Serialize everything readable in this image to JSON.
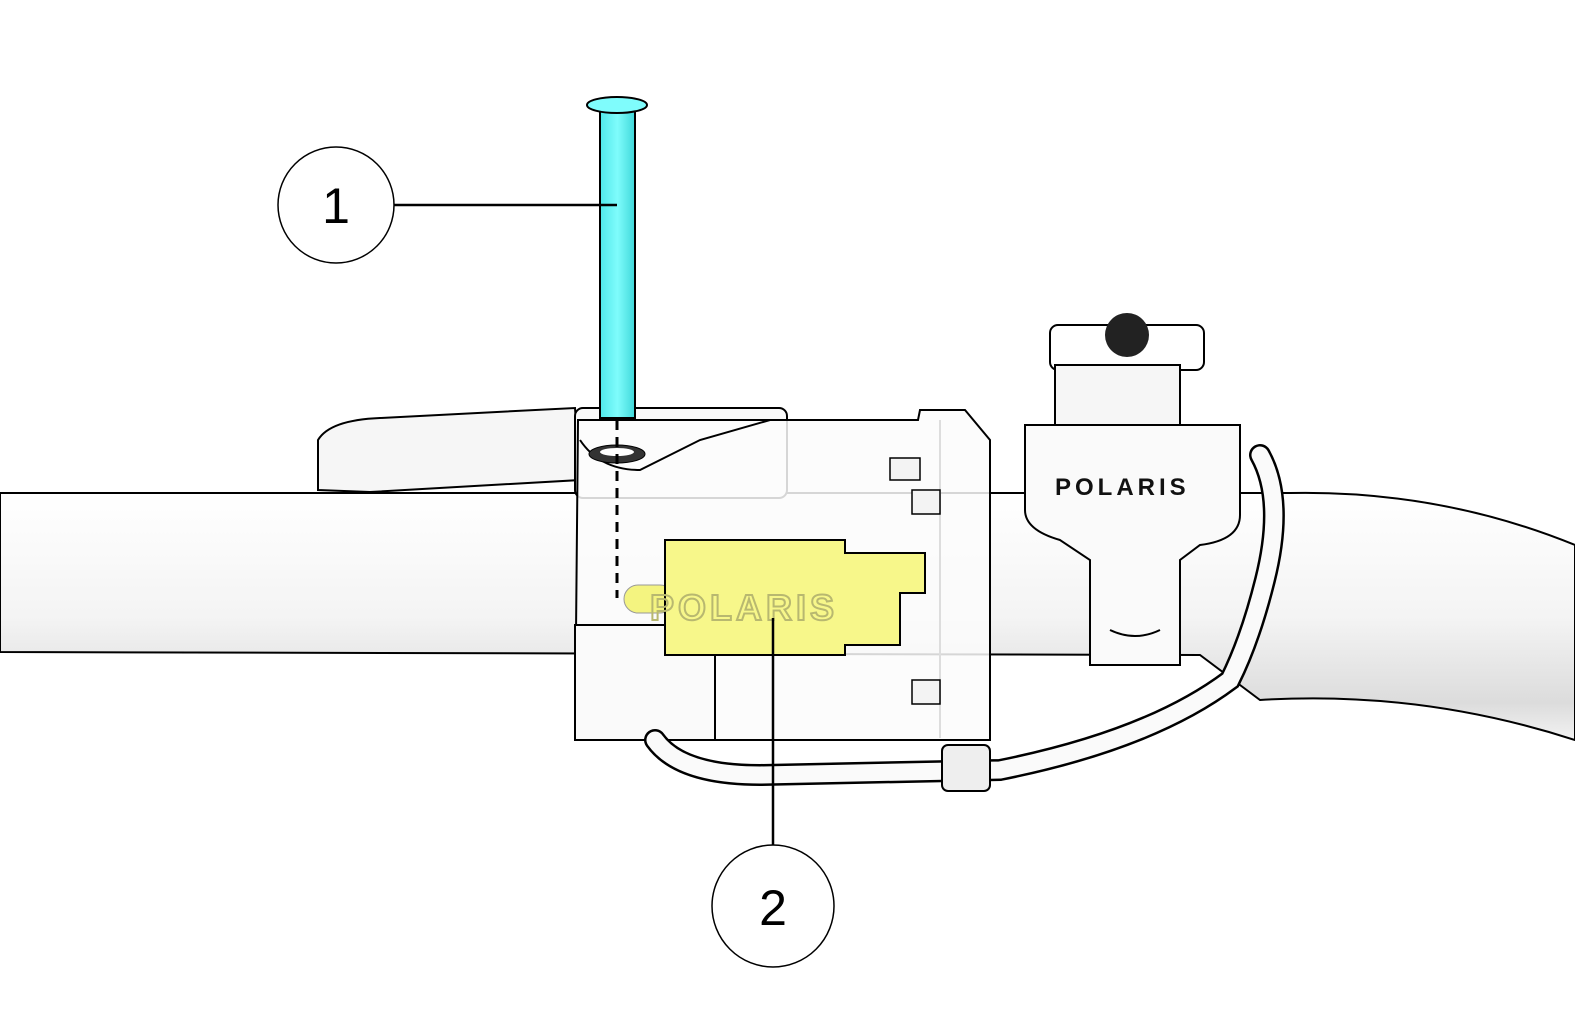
{
  "diagram": {
    "callouts": [
      {
        "number": "1",
        "part": "pin"
      },
      {
        "number": "2",
        "part": "switch-connector"
      }
    ],
    "logo_text": "POLARIS",
    "colors": {
      "pin": "#5ff5f5",
      "connector": "#f7f78a",
      "outline": "#000000",
      "body": "#ffffff"
    }
  }
}
